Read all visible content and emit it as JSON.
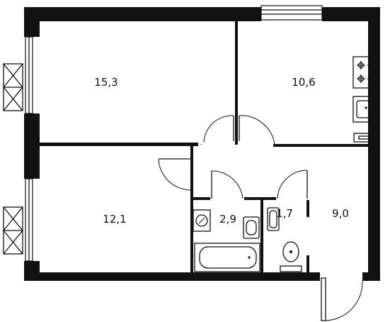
{
  "plan": {
    "rooms": [
      {
        "id": "bedroom-large",
        "area": "15,3"
      },
      {
        "id": "kitchen",
        "area": "10,6"
      },
      {
        "id": "bedroom-small",
        "area": "12,1"
      },
      {
        "id": "bathroom",
        "area": "2,9"
      },
      {
        "id": "toilet",
        "area": "1,7"
      },
      {
        "id": "hallway",
        "area": "9,0"
      }
    ]
  },
  "colors": {
    "wall": "#111111",
    "background": "#ffffff"
  },
  "icons": [
    "window-icon",
    "ac-unit-icon",
    "stove-icon",
    "sink-icon",
    "washing-machine-icon",
    "bathtub-icon",
    "toilet-icon",
    "radiator-icon"
  ]
}
